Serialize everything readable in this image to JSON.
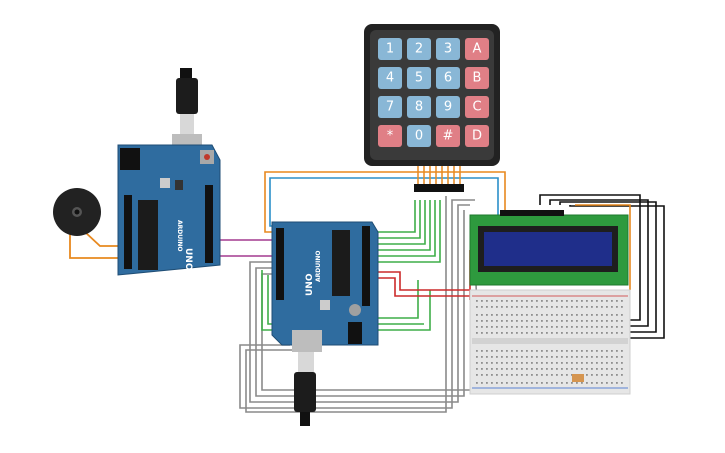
{
  "keypad": {
    "rows": [
      [
        "1",
        "2",
        "3",
        "A"
      ],
      [
        "4",
        "5",
        "6",
        "B"
      ],
      [
        "7",
        "8",
        "9",
        "C"
      ],
      [
        "*",
        "0",
        "#",
        "D"
      ]
    ]
  },
  "boards": {
    "left_label": "UNO",
    "right_label": "UNO",
    "brand": "ARDUINO"
  },
  "colors": {
    "key_blue": "#89b7d6",
    "key_red": "#e07f86",
    "board_blue": "#2f6c9f",
    "wire_green": "#3fae49",
    "wire_orange": "#e8891f",
    "wire_blue": "#2b8fc9",
    "wire_gray": "#8a8a8a",
    "wire_black": "#111111",
    "wire_red": "#cc2a2a",
    "wire_purple": "#a43a8f",
    "lcd_green": "#2e9a3e",
    "lcd_screen": "#1f2e8a"
  }
}
